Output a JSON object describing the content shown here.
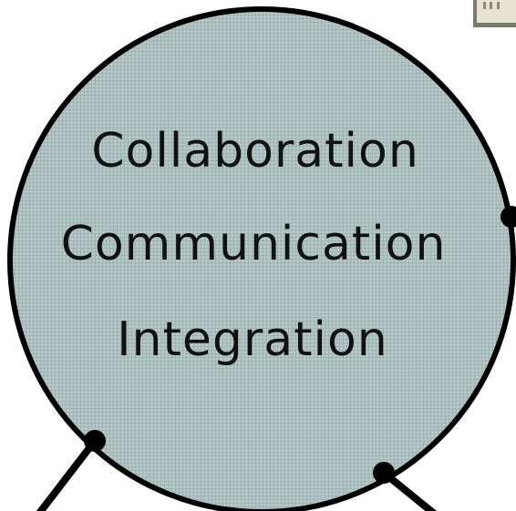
{
  "diagram": {
    "circle_fill": "#b4c8c8",
    "grid_color": "#9fb3b3",
    "stroke_color": "#000000",
    "labels": [
      "Collaboration",
      "Communication",
      "Integration"
    ]
  }
}
